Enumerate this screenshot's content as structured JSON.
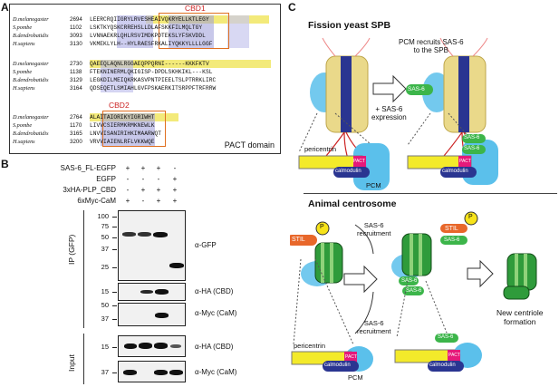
{
  "panels": {
    "a": "A",
    "b": "B",
    "c": "C"
  },
  "panel_a": {
    "cbd1": "CBD1",
    "cbd2": "CBD2",
    "domain_label": "PACT domain",
    "blocks": [
      {
        "rows": [
          {
            "species": "D.melanogaster",
            "start": "2694",
            "seq": "LEERCRQIIGRYLRVESHEAIVQKRYELLKTLEGY"
          },
          {
            "species": "S.pombe",
            "start": "1102",
            "seq": "LSKTKYQSKCRREHSLLDLAFSKKFILMQLTGY"
          },
          {
            "species": "B.dendrobatidis",
            "start": "3093",
            "seq": "LVNNAEKRLQHLRSVIMDKPDTEKSLYFSKVDDL"
          },
          {
            "species": "H.sapiens",
            "start": "3130",
            "seq": "VKMEKLYLH--HYLRAESFRKALIYQKKYLLLLGGF"
          }
        ]
      },
      {
        "rows": [
          {
            "species": "D.melanogaster",
            "start": "2730",
            "seq": "QAEEQLAQNLRGGAEQPPQRNI------KKKFKTV"
          },
          {
            "species": "S.pombe",
            "start": "1138",
            "seq": "FTEKNINERMLQKIGISP-DPDLSKHKIKL---KSL"
          },
          {
            "species": "B.dendrobatidis",
            "start": "3129",
            "seq": "LEGKDILMEIQKRKASVPNTPIEELTSLPTRRKLIRC"
          },
          {
            "species": "H.sapiens",
            "start": "3164",
            "seq": "QDSEQETLSMIAHLGVFPSKAERKITSRPPFTRFRRW"
          }
        ]
      },
      {
        "rows": [
          {
            "species": "D.melanogaster",
            "start": "2764",
            "seq": "ALAITAIORIKYIGRIWHT"
          },
          {
            "species": "S.pombe",
            "start": "1170",
            "seq": "LIVVCSIERMKRMKNEWLK"
          },
          {
            "species": "B.dendrobatidis",
            "start": "3165",
            "seq": "LNVVISANIRIHKIMAARWQT"
          },
          {
            "species": "H.sapiens",
            "start": "3200",
            "seq": "VRVVIAIENLRFLVKKWQE"
          }
        ]
      }
    ]
  },
  "panel_b": {
    "conditions": [
      {
        "name": "SAS-6_FL-EGFP",
        "marks": [
          "+",
          "+",
          "+",
          "-"
        ]
      },
      {
        "name": "EGFP",
        "marks": [
          "-",
          "-",
          "-",
          "+"
        ]
      },
      {
        "name": "3xHA-PLP_CBD",
        "marks": [
          "-",
          "+",
          "+",
          "+"
        ]
      },
      {
        "name": "6xMyc-CaM",
        "marks": [
          "+",
          "-",
          "+",
          "+"
        ]
      }
    ],
    "ip_label": "IP (GFP)",
    "input_label": "Input",
    "blots": [
      {
        "label": "α-GFP",
        "markers": [
          "100",
          "75",
          "50",
          "37",
          "25"
        ]
      },
      {
        "label": "α-HA (CBD)",
        "markers": [
          "15"
        ]
      },
      {
        "label": "α-Myc (CaM)",
        "markers": [
          "50",
          "37"
        ]
      },
      {
        "label": "α-HA (CBD)",
        "markers": [
          "15"
        ]
      },
      {
        "label": "α-Myc (CaM)",
        "markers": [
          "37"
        ]
      }
    ]
  },
  "panel_c": {
    "yeast_title": "Fission yeast SPB",
    "recruit_text_1": "PCM recruits SAS-6",
    "recruit_text_2": "to the SPB",
    "plus_sas6_1": "+ SAS-6",
    "plus_sas6_2": "expression",
    "sas6": "SAS-6",
    "pericentrin": "pericentrin",
    "pact": "PACT",
    "calmodulin": "calmodulin",
    "pcm": "PCM",
    "animal_title": "Animal centrosome",
    "stil": "STIL",
    "p": "P",
    "sas6_recruitment_1": "SAS-6",
    "sas6_recruitment_2": "recruitment",
    "new_centriole_1": "New centriole",
    "new_centriole_2": "formation"
  },
  "colors": {
    "highlight_yellow": "#f3ea7a",
    "highlight_blue": "#9a9ad8",
    "highlight_lightblue": "#c8c8ee",
    "cbd_red": "#cc2222",
    "pcm_blue": "#5bc0eb",
    "pact_pink": "#e5197a",
    "calmodulin_navy": "#2a3591",
    "sas6_green": "#3cb54a",
    "stil_orange": "#e8672a",
    "p_yellow": "#f7e31a"
  }
}
